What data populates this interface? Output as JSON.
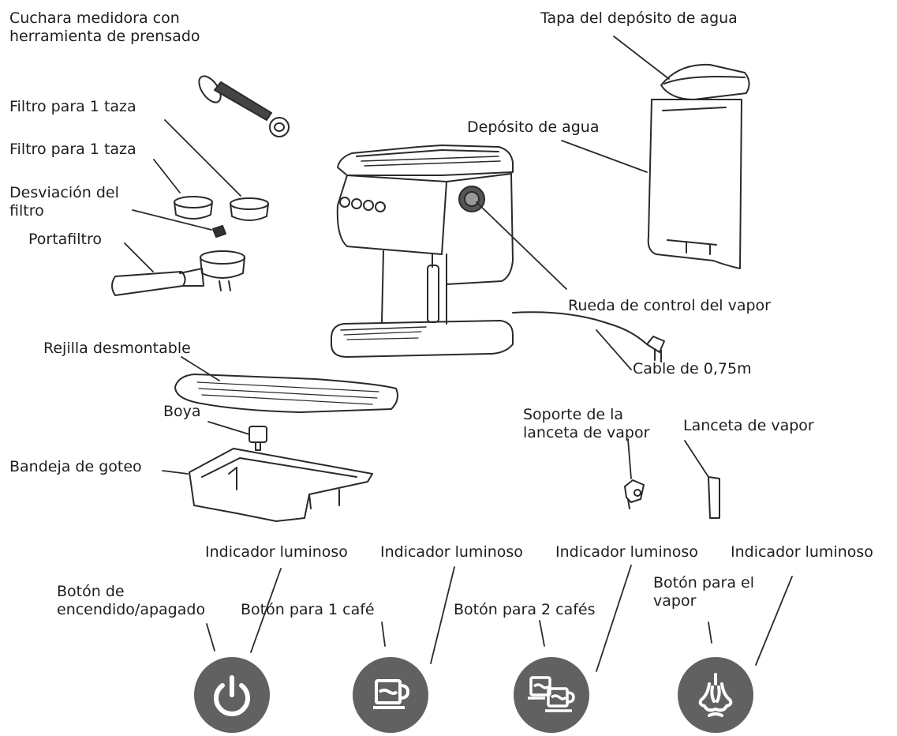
{
  "labels": {
    "scoop": [
      "Cuchara medidora con",
      "herramienta de prensado"
    ],
    "filter_1": "Filtro para 1 taza",
    "filter_2": "Filtro para 1 taza",
    "filter_diverter": [
      "Desviación del",
      "filtro"
    ],
    "portafilter": "Portafiltro",
    "grille": "Rejilla desmontable",
    "float": "Boya",
    "drip_tray": "Bandeja de goteo",
    "tank_lid": "Tapa del depósito de agua",
    "tank": "Depósito de agua",
    "steam_wheel": "Rueda de control del vapor",
    "cable": "Cable de 0,75m",
    "wand_holder": [
      "Soporte de la",
      "lanceta de vapor"
    ],
    "wand": "Lanceta de vapor"
  },
  "panel": {
    "indicators": [
      "Indicador luminoso",
      "Indicador luminoso",
      "Indicador luminoso",
      "Indicador luminoso"
    ],
    "power": [
      "Botón de",
      "encendido/apagado"
    ],
    "one_coffee": "Botón para 1 café",
    "two_coffees": "Botón para 2 cafés",
    "steam": [
      "Botón para el",
      "vapor"
    ]
  },
  "icons": {
    "power": "power-icon",
    "one_coffee": "single-cup-icon",
    "two_coffees": "double-cup-icon",
    "steam": "steam-icon"
  },
  "colors": {
    "button_fill": "#616161",
    "icon": "#ffffff",
    "line": "#2a2a2a"
  }
}
